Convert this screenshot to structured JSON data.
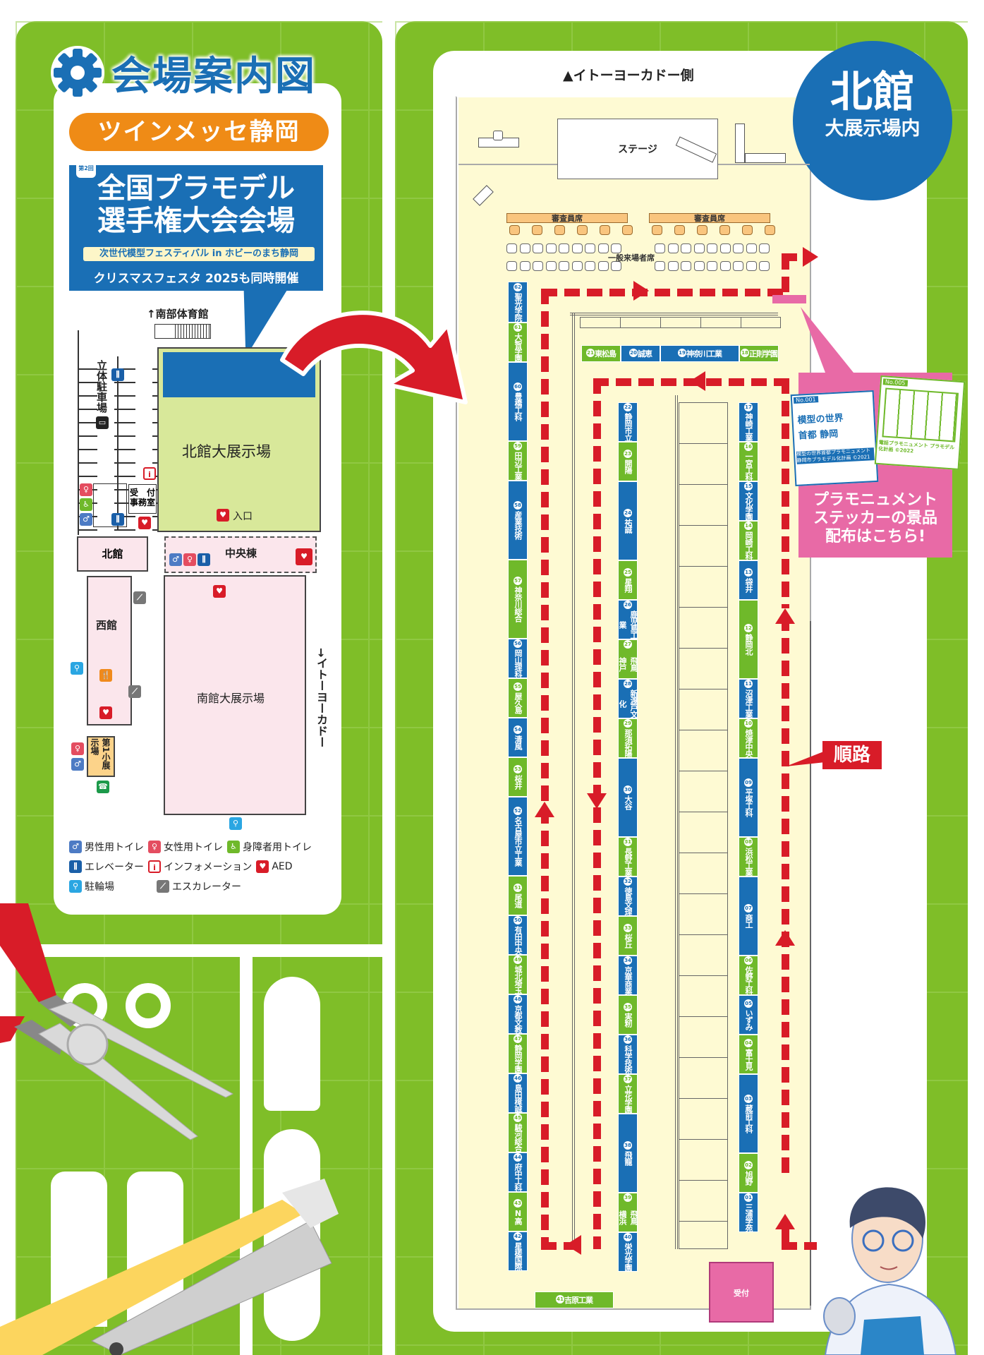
{
  "header": {
    "title": "会場案内図",
    "venue": "ツインメッセ静岡",
    "event_badge": "第2回",
    "event_title_line1": "全国プラモデル",
    "event_title_line2": "選手権大会会場",
    "event_subtitle": "次世代模型フェスティバル in ホビーのまち静岡",
    "event_concurrent": "クリスマスフェスタ 2025も同時開催"
  },
  "site_map": {
    "north_gym": "↑南部体育館",
    "parking": "立体駐車場",
    "north_hall_big": "北館大展示場",
    "reception_office": "受付事務室",
    "reception_office_line1": "受　付",
    "reception_office_line2": "事務室",
    "entrance": "入口",
    "north_building": "北館",
    "central_building": "中央棟",
    "west_building": "西館",
    "small_hall": "第1小展示場",
    "south_hall_big": "南館大展示場",
    "ito_yokado": "→イトーヨーカドー"
  },
  "legend": [
    {
      "icon": "male-toilet-icon",
      "label": "男性用トイレ",
      "color": "#4d7bc4"
    },
    {
      "icon": "female-toilet-icon",
      "label": "女性用トイレ",
      "color": "#e44d60"
    },
    {
      "icon": "accessible-toilet-icon",
      "label": "身障者用トイレ",
      "color": "#6fb92a"
    },
    {
      "icon": "elevator-icon",
      "label": "エレベーター",
      "color": "#1a5fa8"
    },
    {
      "icon": "information-icon",
      "label": "インフォメーション",
      "color": "#d81c28"
    },
    {
      "icon": "aed-icon",
      "label": "AED",
      "color": "#d81c28"
    },
    {
      "icon": "bicycle-parking-icon",
      "label": "駐輪場",
      "color": "#2aa6e2"
    },
    {
      "icon": "escalator-icon",
      "label": "エスカレーター",
      "color": "#777777"
    }
  ],
  "hall": {
    "top_label": "▲イトーヨーカドー側",
    "badge_big": "北館",
    "badge_small": "大展示場内",
    "stage": "ステージ",
    "judges": "審査員席",
    "general_seats": "一般来場者席",
    "route": "順路",
    "reception": "受付",
    "sticker_text_1": "プラモニュメント",
    "sticker_text_2": "ステッカーの景品",
    "sticker_text_3": "配布はこちら!",
    "sticker1_no": "No.001",
    "sticker1_caption": "模型の世界首都プラモニュメント 静岡市プラモデル化計画 ©2021",
    "sticker1_title": "模型の世界首都 静岡",
    "sticker2_no": "No.005",
    "sticker2_caption": "電話プラモニュメント プラモデル化計画 ©2022"
  },
  "booths": {
    "top_row": [
      {
        "no": "21",
        "name": "東松島",
        "color": "green"
      },
      {
        "no": "20",
        "name": "誠恵",
        "color": "blue"
      },
      {
        "no": "19",
        "name": "神奈川工業",
        "color": "blue"
      },
      {
        "no": "18",
        "name": "正則学園",
        "color": "green"
      }
    ],
    "left_col": [
      {
        "no": "62",
        "name": "聖光学院",
        "color": "blue"
      },
      {
        "no": "61",
        "name": "大智学園",
        "color": "green"
      },
      {
        "no": "60",
        "name": "豊橋工科",
        "color": "blue"
      },
      {
        "no": "59",
        "name": "田辺工業",
        "color": "green"
      },
      {
        "no": "58",
        "name": "産業技術",
        "color": "blue"
      },
      {
        "no": "57",
        "name": "神奈川総合",
        "color": "green"
      },
      {
        "no": "56",
        "name": "岡山理科",
        "color": "blue"
      },
      {
        "no": "55",
        "name": "屋久島",
        "color": "green"
      },
      {
        "no": "54",
        "name": "清風",
        "color": "blue"
      },
      {
        "no": "53",
        "name": "桜井",
        "color": "green"
      },
      {
        "no": "52",
        "name": "名古屋市立工業",
        "color": "blue"
      },
      {
        "no": "51",
        "name": "尾道",
        "color": "green"
      },
      {
        "no": "50",
        "name": "有田中央",
        "color": "blue"
      },
      {
        "no": "49",
        "name": "城北埼玉",
        "color": "green"
      },
      {
        "no": "48",
        "name": "京都文教",
        "color": "blue"
      },
      {
        "no": "47",
        "name": "静岡学園",
        "color": "green"
      },
      {
        "no": "46",
        "name": "島田樟誠",
        "color": "blue"
      },
      {
        "no": "45",
        "name": "駿河総合",
        "color": "green"
      },
      {
        "no": "44",
        "name": "府中工科",
        "color": "blue"
      },
      {
        "no": "43",
        "name": "N高",
        "color": "green"
      },
      {
        "no": "42",
        "name": "星槎国際",
        "color": "blue"
      }
    ],
    "bottom": {
      "no": "41",
      "name": "吉原工業",
      "color": "green"
    },
    "middle_col": [
      {
        "no": "22",
        "name": "静岡市立",
        "color": "blue"
      },
      {
        "no": "23",
        "name": "開陽",
        "color": "green"
      },
      {
        "no": "24",
        "name": "祐誠",
        "color": "blue"
      },
      {
        "no": "25",
        "name": "星翔",
        "color": "green"
      },
      {
        "no": "26",
        "name": "鹿児島工業",
        "color": "blue"
      },
      {
        "no": "27",
        "name": "飛鳥 神戸",
        "color": "green"
      },
      {
        "no": "28",
        "name": "新渡戸文化",
        "color": "blue"
      },
      {
        "no": "29",
        "name": "那須拓陽",
        "color": "green"
      },
      {
        "no": "30",
        "name": "大谷",
        "color": "blue"
      },
      {
        "no": "31",
        "name": "長野工業",
        "color": "green"
      },
      {
        "no": "32",
        "name": "徳島文理",
        "color": "blue"
      },
      {
        "no": "33",
        "name": "桜丘",
        "color": "green"
      },
      {
        "no": "34",
        "name": "京華商業",
        "color": "blue"
      },
      {
        "no": "35",
        "name": "実籾",
        "color": "green"
      },
      {
        "no": "36",
        "name": "科学技術",
        "color": "blue"
      },
      {
        "no": "37",
        "name": "立花学園",
        "color": "green"
      },
      {
        "no": "38",
        "name": "飛龍",
        "color": "blue"
      },
      {
        "no": "39",
        "name": "飛鳥 横浜",
        "color": "green"
      },
      {
        "no": "40",
        "name": "栄光学園",
        "color": "blue"
      }
    ],
    "right_col": [
      {
        "no": "17",
        "name": "神崎工業",
        "color": "blue"
      },
      {
        "no": "16",
        "name": "一宮工科",
        "color": "green"
      },
      {
        "no": "15",
        "name": "文化学園",
        "color": "blue"
      },
      {
        "no": "14",
        "name": "岡崎工科",
        "color": "green"
      },
      {
        "no": "13",
        "name": "袋井",
        "color": "blue"
      },
      {
        "no": "12",
        "name": "静岡北",
        "color": "green"
      },
      {
        "no": "11",
        "name": "沼津工業",
        "color": "blue"
      },
      {
        "no": "10",
        "name": "焼津中央",
        "color": "green"
      },
      {
        "no": "09",
        "name": "平塚工科",
        "color": "blue"
      },
      {
        "no": "08",
        "name": "浜松工業",
        "color": "green"
      },
      {
        "no": "07",
        "name": "商工",
        "color": "blue"
      },
      {
        "no": "06",
        "name": "佐野工科",
        "color": "green"
      },
      {
        "no": "05",
        "name": "いずみ",
        "color": "blue"
      },
      {
        "no": "04",
        "name": "富士見",
        "color": "green"
      },
      {
        "no": "03",
        "name": "蔵前工科",
        "color": "blue"
      },
      {
        "no": "02",
        "name": "旭野",
        "color": "green"
      },
      {
        "no": "01",
        "name": "三浦学苑",
        "color": "blue"
      }
    ]
  },
  "colors": {
    "sprue_green": "#7fbe28",
    "brand_blue": "#1a6fb5",
    "booth_green": "#6fb92a",
    "route_red": "#d81c28",
    "venue_orange": "#ef8b16",
    "sticker_pink": "#e86aa6",
    "floor_cream": "#fefad3"
  }
}
